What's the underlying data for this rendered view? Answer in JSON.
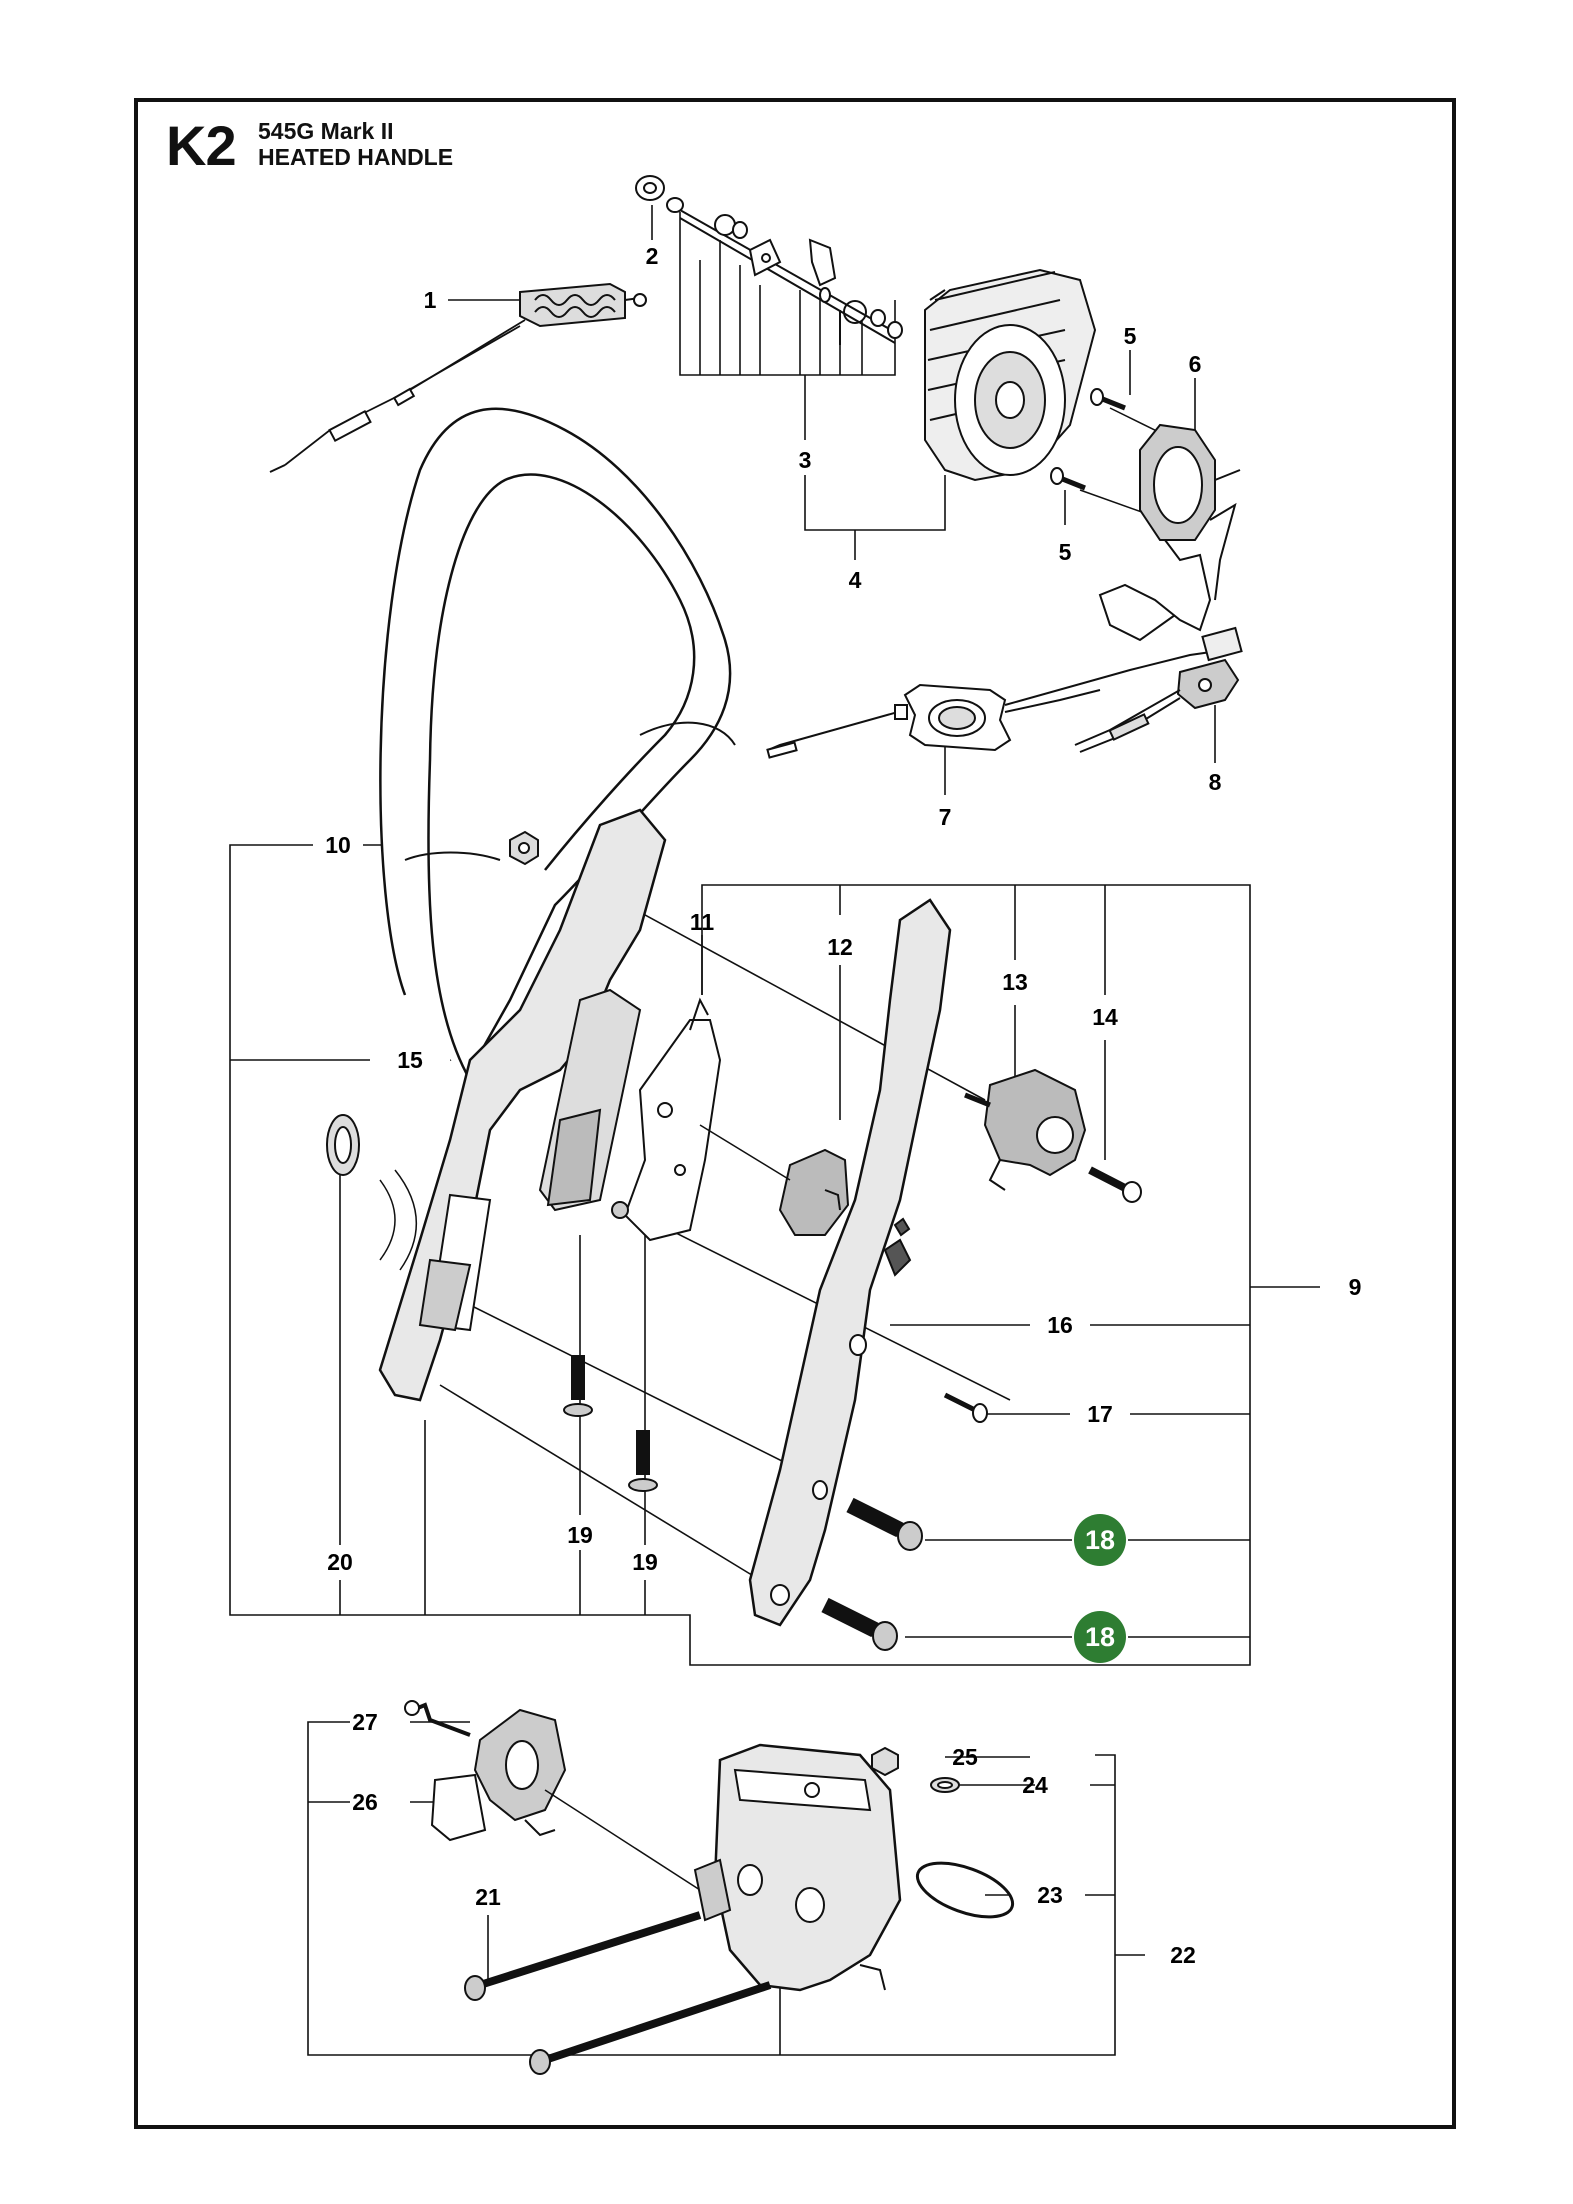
{
  "header": {
    "section_code": "K2",
    "model": "545G Mark II",
    "title": "HEATED HANDLE"
  },
  "colors": {
    "highlight": "#2e7d32",
    "line": "#111111"
  },
  "callouts": [
    {
      "id": "c1",
      "label": "1"
    },
    {
      "id": "c2",
      "label": "2"
    },
    {
      "id": "c3",
      "label": "3"
    },
    {
      "id": "c4",
      "label": "4"
    },
    {
      "id": "c5a",
      "label": "5"
    },
    {
      "id": "c5b",
      "label": "5"
    },
    {
      "id": "c6",
      "label": "6"
    },
    {
      "id": "c7",
      "label": "7"
    },
    {
      "id": "c8",
      "label": "8"
    },
    {
      "id": "c9",
      "label": "9"
    },
    {
      "id": "c10",
      "label": "10"
    },
    {
      "id": "c11",
      "label": "11"
    },
    {
      "id": "c12",
      "label": "12"
    },
    {
      "id": "c13",
      "label": "13"
    },
    {
      "id": "c14",
      "label": "14"
    },
    {
      "id": "c15",
      "label": "15"
    },
    {
      "id": "c16",
      "label": "16"
    },
    {
      "id": "c17",
      "label": "17"
    },
    {
      "id": "c18a",
      "label": "18",
      "highlighted": true
    },
    {
      "id": "c18b",
      "label": "18",
      "highlighted": true
    },
    {
      "id": "c19a",
      "label": "19"
    },
    {
      "id": "c19b",
      "label": "19"
    },
    {
      "id": "c20",
      "label": "20"
    },
    {
      "id": "c21",
      "label": "21"
    },
    {
      "id": "c22",
      "label": "22"
    },
    {
      "id": "c23",
      "label": "23"
    },
    {
      "id": "c24",
      "label": "24"
    },
    {
      "id": "c25",
      "label": "25"
    },
    {
      "id": "c26",
      "label": "26"
    },
    {
      "id": "c27",
      "label": "27"
    }
  ]
}
